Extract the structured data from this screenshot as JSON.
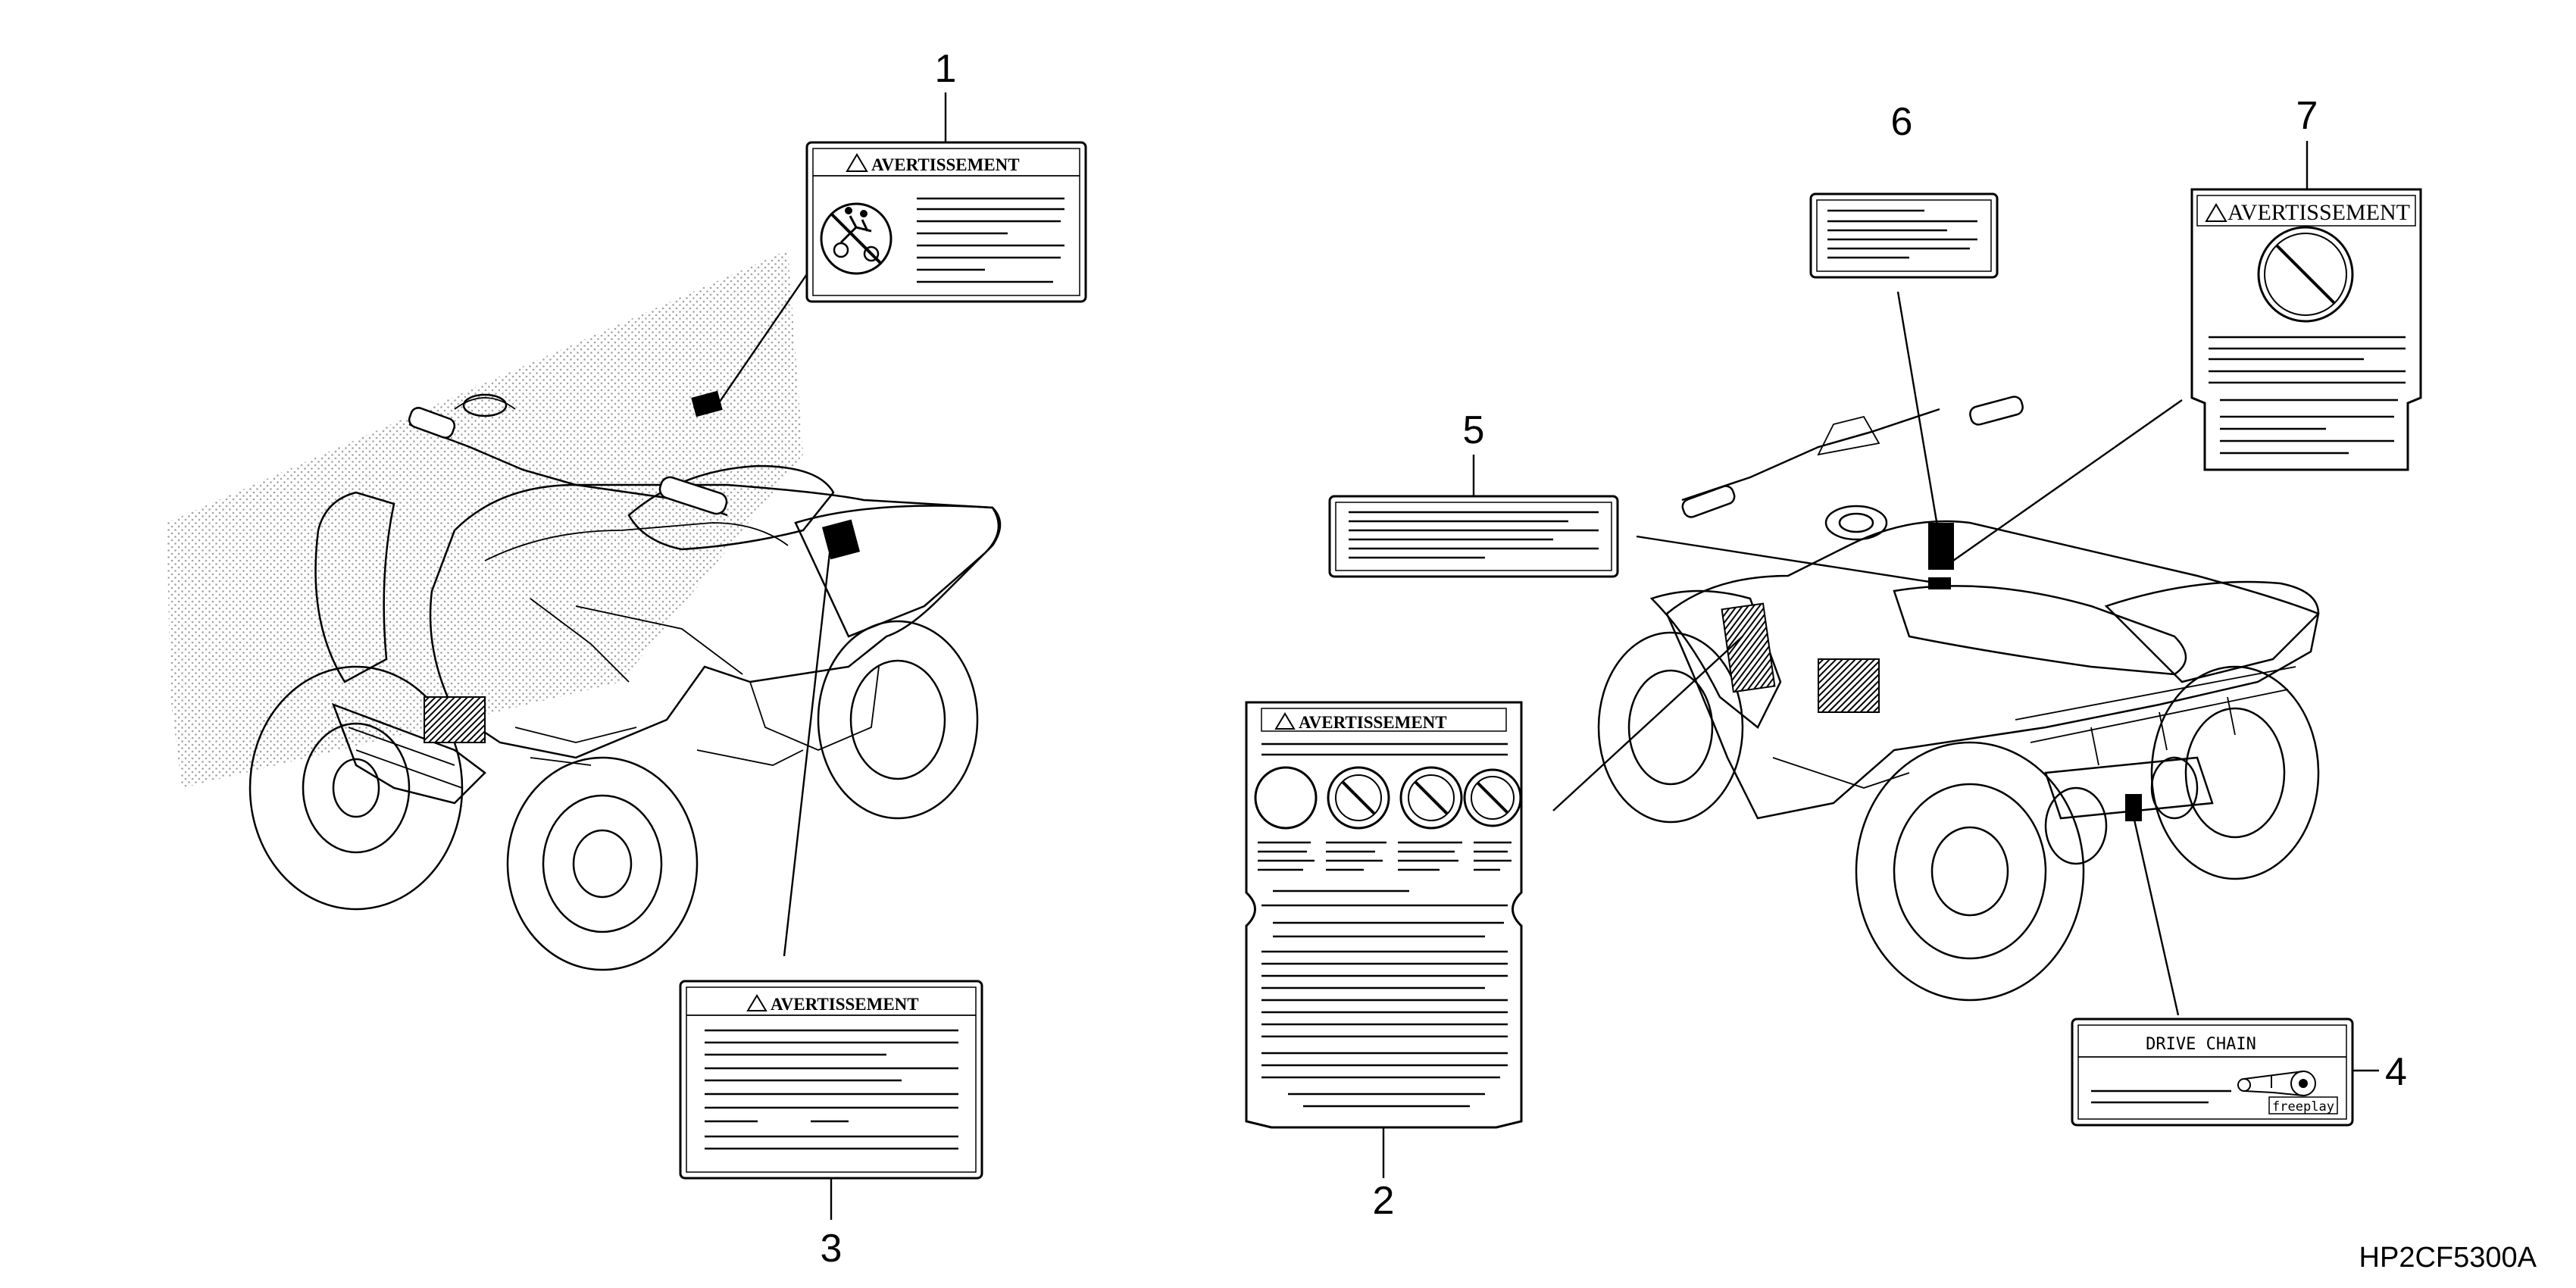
{
  "labels": {
    "label1": {
      "number": "1",
      "header": "AVERTISSEMENT"
    },
    "label2": {
      "number": "2",
      "header": "AVERTISSEMENT"
    },
    "label3": {
      "number": "3",
      "header": "AVERTISSEMENT"
    },
    "label4": {
      "number": "4",
      "header": "DRIVE CHAIN",
      "icon_text": "freeplay"
    },
    "label5": {
      "number": "5"
    },
    "label6": {
      "number": "6"
    },
    "label7": {
      "number": "7",
      "header": "AVERTISSEMENT"
    }
  },
  "diagram_code": "HP2CF5300A",
  "icons": [
    "warning-triangle-icon",
    "no-passenger-icon",
    "prohibition-icon",
    "drive-chain-icon"
  ]
}
